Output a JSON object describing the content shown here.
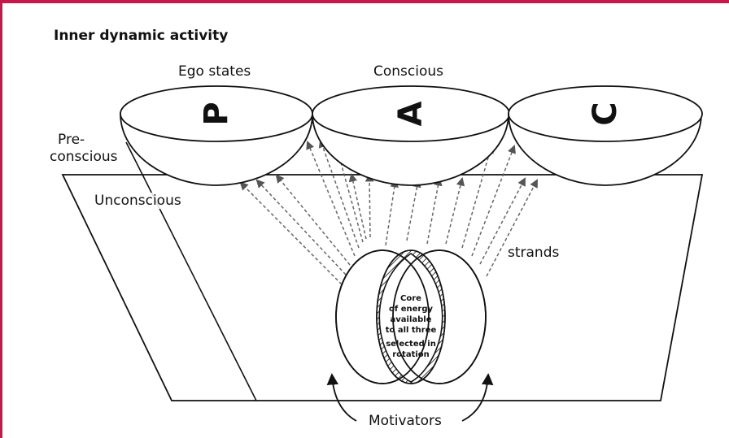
{
  "title": "Inner dynamic activity",
  "labels": {
    "ego_states": "Ego states",
    "conscious": "Conscious",
    "pre_conscious_line1": "Pre-",
    "pre_conscious_line2": "conscious",
    "unconscious": "Unconscious",
    "strands": "strands",
    "motivators": "Motivators"
  },
  "bowls": [
    {
      "letter": "P"
    },
    {
      "letter": "A"
    },
    {
      "letter": "C"
    }
  ],
  "core_text": [
    "Core",
    "of energy",
    "available",
    "to all three",
    "selected in",
    "rotation"
  ],
  "colors": {
    "frame_accent": "#c8174b",
    "ink": "#111111"
  }
}
